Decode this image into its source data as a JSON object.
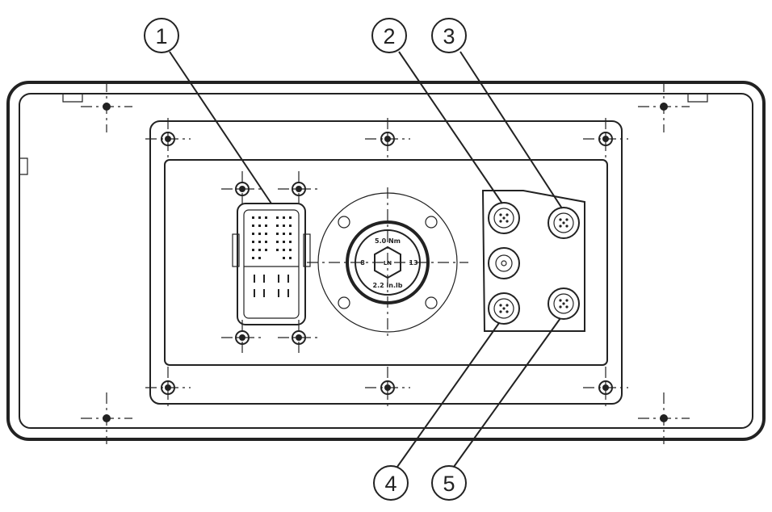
{
  "callouts": [
    {
      "id": "1"
    },
    {
      "id": "2"
    },
    {
      "id": "3"
    },
    {
      "id": "4"
    },
    {
      "id": "5"
    }
  ],
  "hub_labels": {
    "top": "5.0 Nm",
    "bottom": "2.2 in.lb",
    "left": "8",
    "right": "13",
    "center": "LN"
  }
}
